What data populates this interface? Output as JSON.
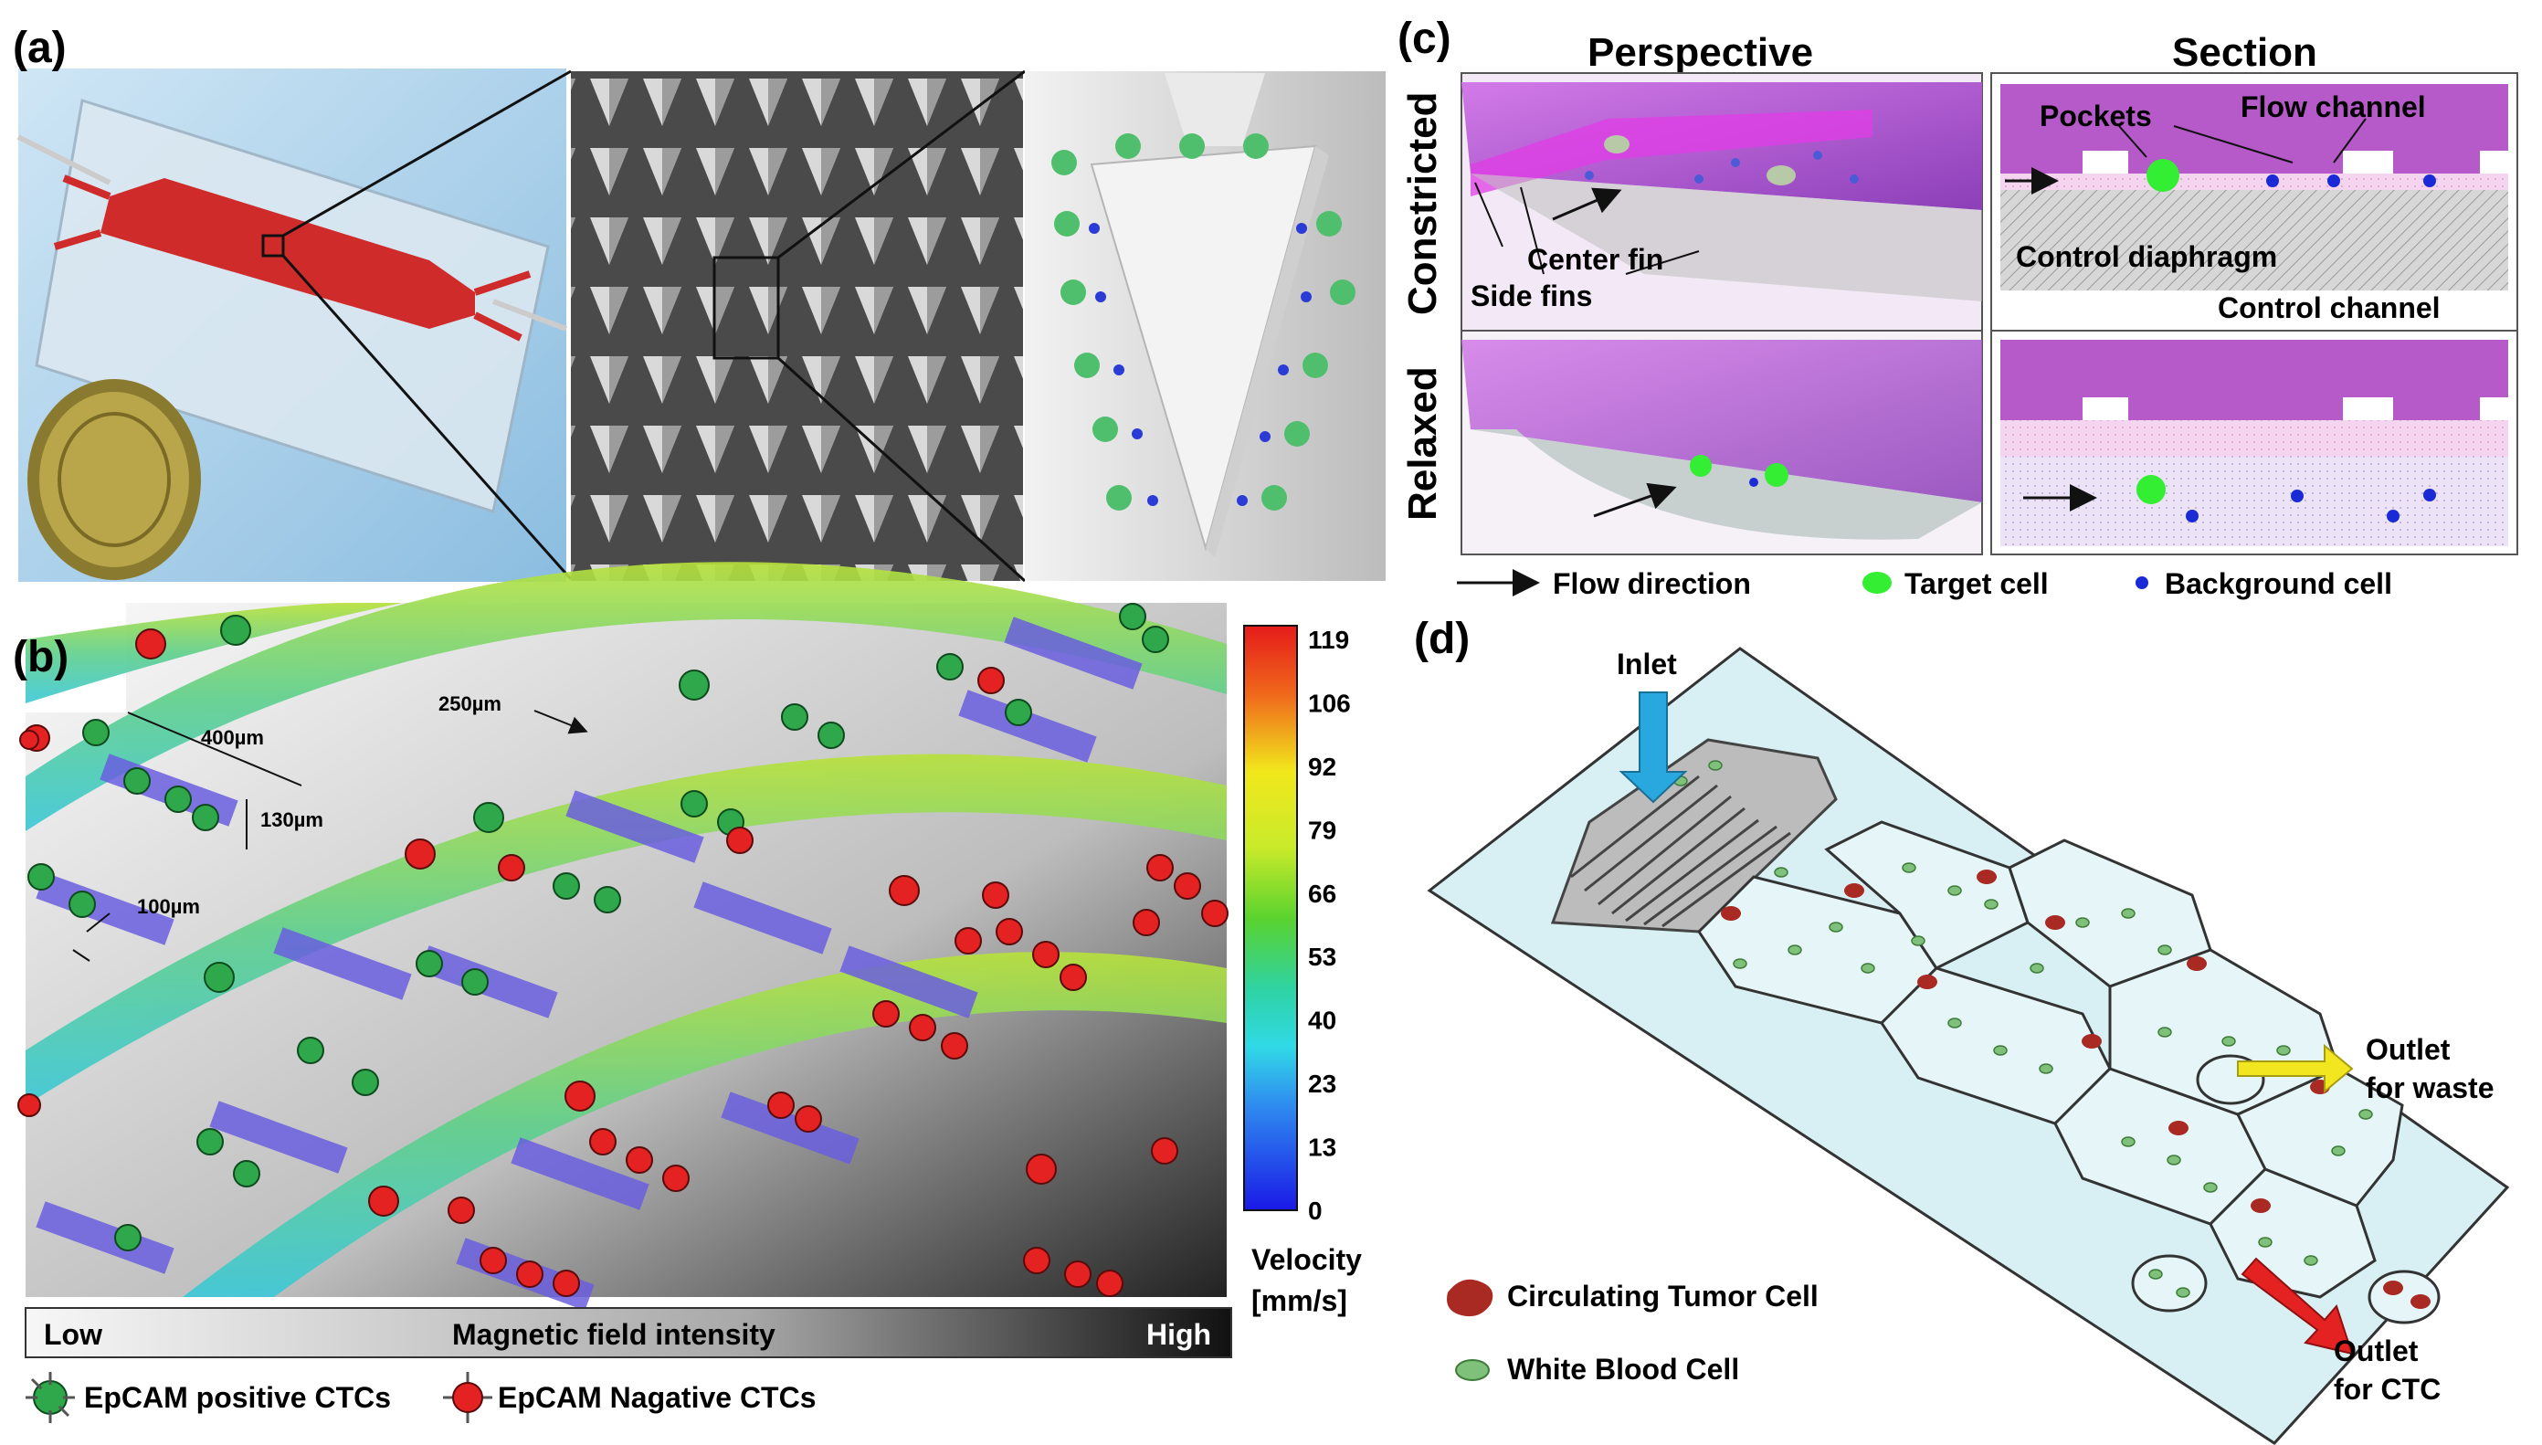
{
  "panel_a": {
    "letter": "(a)"
  },
  "panel_b": {
    "letter": "(b)",
    "dims": {
      "d400": "400µm",
      "d250": "250µm",
      "d130": "130µm",
      "d100": "100µm"
    },
    "colorbar": {
      "ticks": [
        "119",
        "106",
        "92",
        "79",
        "66",
        "53",
        "40",
        "23",
        "13",
        "0"
      ],
      "label_line1": "Velocity",
      "label_line2": "[mm/s]"
    },
    "magnetic_bar": {
      "low": "Low",
      "title": "Magnetic field intensity",
      "high": "High"
    },
    "legend": {
      "positive": "EpCAM positive CTCs",
      "negative": "EpCAM Nagative CTCs"
    },
    "colors": {
      "positive": "#2ea84a",
      "negative": "#e52222"
    }
  },
  "panel_c": {
    "letter": "(c)",
    "col_perspective": "Perspective",
    "col_section": "Section",
    "row_constricted": "Constricted",
    "row_relaxed": "Relaxed",
    "labels": {
      "pockets": "Pockets",
      "flow_channel": "Flow channel",
      "center_fin": "Center fin",
      "side_fins": "Side fins",
      "control_diaphragm": "Control diaphragm",
      "control_channel": "Control channel"
    },
    "legend": {
      "flow_direction": "Flow direction",
      "target_cell": "Target cell",
      "background_cell": "Background cell"
    },
    "colors": {
      "channel": "#b566d6",
      "target": "#33ee33",
      "background": "#1a2ad6"
    }
  },
  "panel_d": {
    "letter": "(d)",
    "inlet": "Inlet",
    "outlet_waste_1": "Outlet",
    "outlet_waste_2": "for waste",
    "outlet_ctc_1": "Outlet",
    "outlet_ctc_2": "for CTC",
    "legend_ctc": "Circulating Tumor Cell",
    "legend_wbc": "White Blood Cell",
    "colors": {
      "chip": "#d8f0f4",
      "ctc": "#a82a22",
      "wbc": "#7fc07a",
      "inlet_arrow": "#29a8e0",
      "waste_arrow": "#f2e620",
      "ctc_arrow": "#e52222"
    }
  }
}
